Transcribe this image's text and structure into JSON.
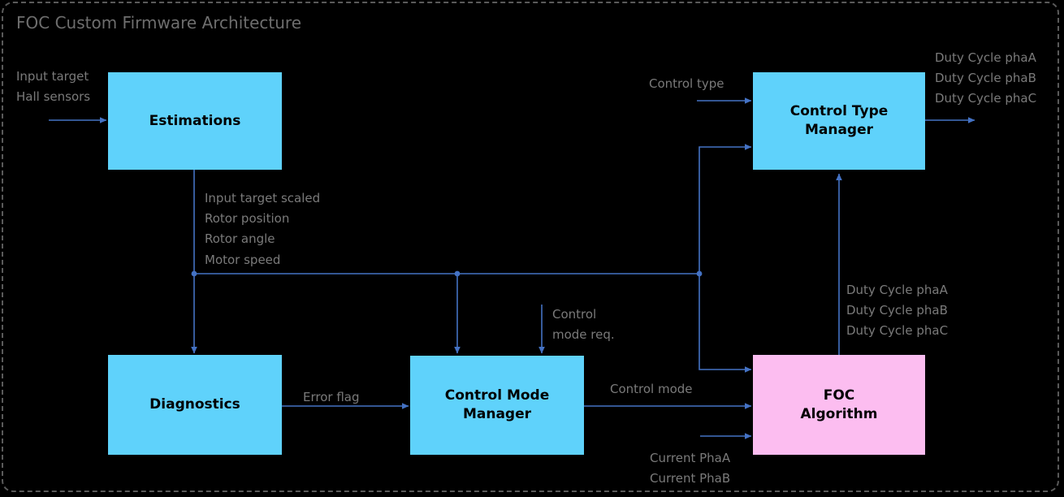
{
  "diagram": {
    "title": "FOC Custom Firmware Architecture",
    "colors": {
      "background": "#000000",
      "frame_border": "#5a5a5a",
      "block_cyan": "#5FD2FB",
      "block_pink": "#FCBDF0",
      "wire": "#4472C4",
      "label_text": "#7a7a7a",
      "block_text": "#000000",
      "title_text": "#6e6e6e"
    },
    "blocks": {
      "estimations": {
        "label": "Estimations"
      },
      "control_type_manager": {
        "label": "Control Type\nManager"
      },
      "diagnostics": {
        "label": "Diagnostics"
      },
      "control_mode_manager": {
        "label": "Control Mode\nManager"
      },
      "foc_algorithm": {
        "label": "FOC\nAlgorithm"
      }
    },
    "signals": {
      "input_to_estimations": "Input target\nHall sensors",
      "estimations_bus": "Input target scaled\nRotor position\nRotor angle\nMotor speed",
      "control_type_input": "Control type",
      "duty_cycle_output": "Duty Cycle phaA\nDuty Cycle phaB\nDuty Cycle phaC",
      "duty_cycle_feedback": "Duty Cycle phaA\nDuty Cycle phaB\nDuty Cycle phaC",
      "control_mode_req": "Control\nmode req.",
      "error_flag": "Error flag",
      "control_mode": "Control mode",
      "current_phases": "Current PhaA\nCurrent PhaB"
    }
  }
}
